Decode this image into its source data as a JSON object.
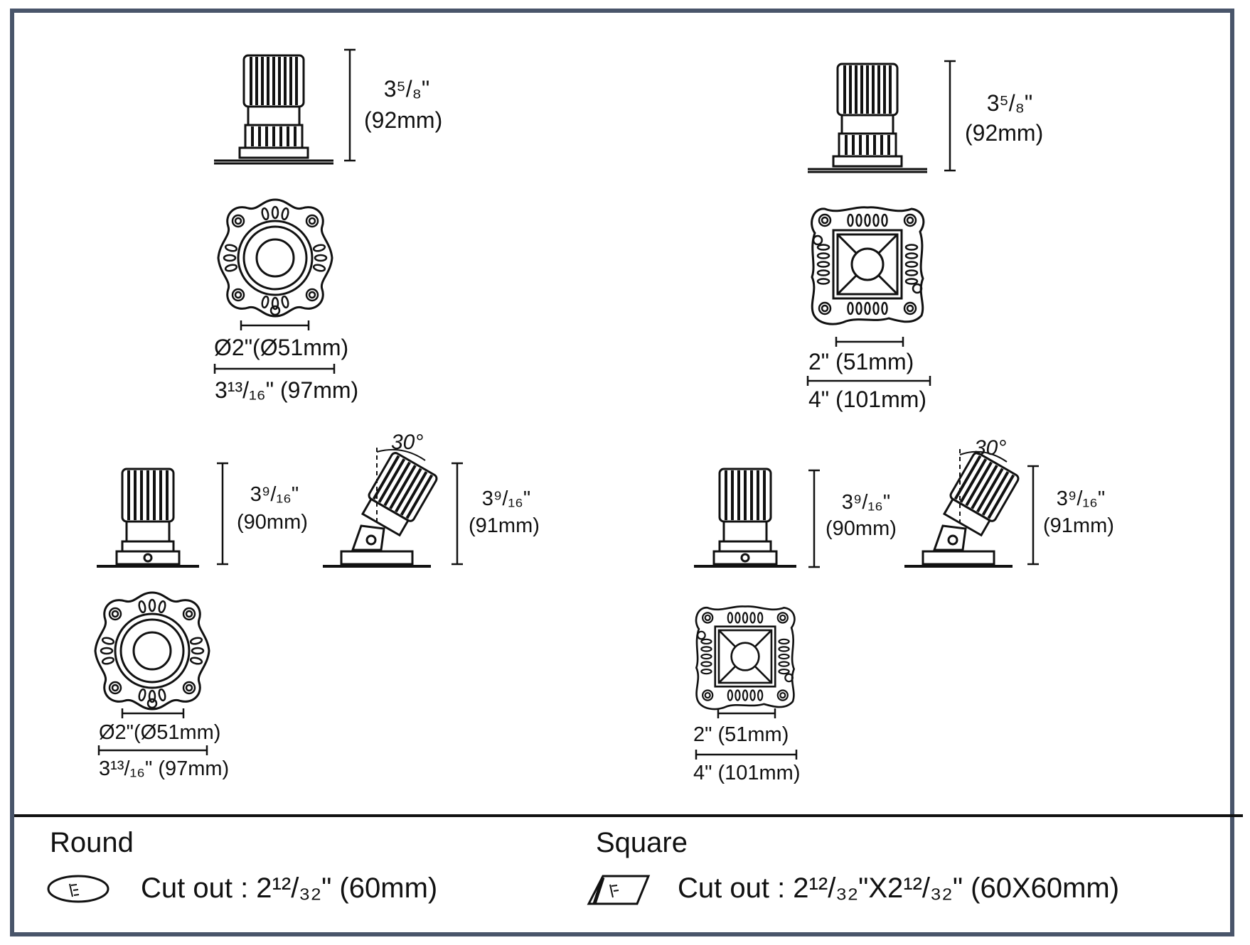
{
  "colors": {
    "frame": "#49556a",
    "ink": "#111111"
  },
  "round_large": {
    "height_frac": "3⁵/₈\"",
    "height_mm": "(92mm)",
    "inner_dia": "Ø2\"(Ø51mm)",
    "outer_dia": "3¹³/₁₆\" (97mm)"
  },
  "square_large": {
    "height_frac": "3⁵/₈\"",
    "height_mm": "(92mm)",
    "inner_size": "2\" (51mm)",
    "outer_size": "4\" (101mm)"
  },
  "round_small": {
    "angle": "30°",
    "fixed_height_frac": "3⁹/₁₆\"",
    "fixed_height_mm": "(90mm)",
    "tilt_height_frac": "3⁹/₁₆\"",
    "tilt_height_mm": "(91mm)",
    "inner_dia": "Ø2\"(Ø51mm)",
    "outer_dia": "3¹³/₁₆\" (97mm)"
  },
  "square_small": {
    "angle": "30°",
    "fixed_height_frac": "3⁹/₁₆\"",
    "fixed_height_mm": "(90mm)",
    "tilt_height_frac": "3⁹/₁₆\"",
    "tilt_height_mm": "(91mm)",
    "inner_size": "2\" (51mm)",
    "outer_size": "4\" (101mm)"
  },
  "footer": {
    "round_title": "Round",
    "round_cutout": "Cut out : 2¹²/₃₂\" (60mm)",
    "square_title": "Square",
    "square_cutout": "Cut out : 2¹²/₃₂\"X2¹²/₃₂\" (60X60mm)",
    "round_icon": "round-cutout-icon",
    "square_icon": "square-cutout-icon"
  }
}
